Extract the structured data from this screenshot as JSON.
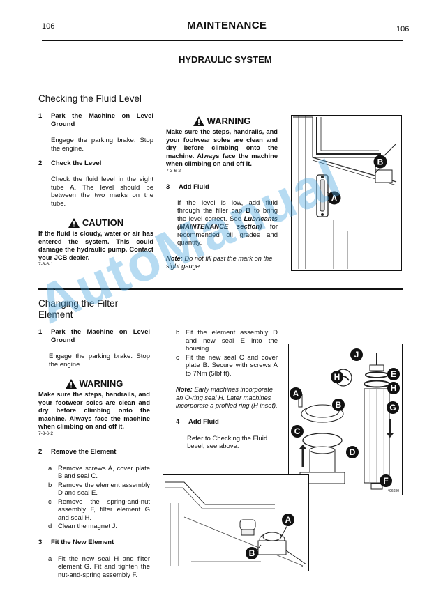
{
  "header": {
    "page_left": "106",
    "title": "MAINTENANCE",
    "page_right": "106",
    "section": "HYDRAULIC SYSTEM"
  },
  "checking": {
    "heading": "Checking the Fluid Level",
    "step1_num": "1",
    "step1_title": "Park the Machine on Level Ground",
    "step1_text": "Engage the parking brake. Stop the engine.",
    "step2_num": "2",
    "step2_title": "Check the Level",
    "step2_text": "Check the fluid level in the sight tube A. The level should be between the two marks on the tube.",
    "caution_title": "CAUTION",
    "caution_text": "If the fluid is cloudy, water or air has entered the system. This could damage the hydraulic pump. Contact your JCB dealer.",
    "caution_ref": "7-3-6-1",
    "warning_title": "WARNING",
    "warning_text": "Make sure the steps, handrails, and your footwear soles are clean and dry before climbing onto the machine. Always face the machine when climbing on and off it.",
    "warning_ref": "7-3-6-2",
    "step3_num": "3",
    "step3_title": "Add Fluid",
    "step3_text_a": "If the level is low, add fluid through the filler cap",
    "step3_text_b": "B",
    "step3_text_c": "to bring the level correct. See",
    "step3_text_d": "Lubricants (MAINTENANCE section)",
    "step3_text_e": "for recommended oil grades and quantity.",
    "note_label": "Note:",
    "note_text": "Do not fill past the mark on the sight gauge.",
    "fig_label_a": "A",
    "fig_label_b": "B"
  },
  "changing": {
    "heading_line1": "Changing the Filter",
    "heading_line2": "Element",
    "step1_num": "1",
    "step1_title": "Park the Machine on Level Ground",
    "step1_text": "Engage the parking brake. Stop the engine.",
    "warning_title": "WARNING",
    "warning_text": "Make sure the steps, handrails, and your footwear soles are clean and dry before climbing onto the machine. Always face the machine when climbing on and off it.",
    "warning_ref": "7-3-6-2",
    "step2_num": "2",
    "step2_title": "Remove the Element",
    "remove_items": [
      {
        "l": "a",
        "t": "Remove screws A, cover plate B and seal C."
      },
      {
        "l": "b",
        "t": "Remove the element assembly D and seal E."
      },
      {
        "l": "c",
        "t": "Remove the spring-and-nut assembly F, filter element G and seal H."
      },
      {
        "l": "d",
        "t": "Clean the magnet J."
      }
    ],
    "step3_num": "3",
    "step3_title": "Fit the New Element",
    "fit_items": [
      {
        "l": "a",
        "t": "Fit the new seal H and filter element G. Fit and tighten the nut-and-spring assembly F."
      },
      {
        "l": "b",
        "t": "Fit the element assembly D and new seal E into the housing."
      },
      {
        "l": "c",
        "t": "Fit the new seal C and cover plate B. Secure with screws A to 7Nm (5lbf ft)."
      }
    ],
    "note_label": "Note:",
    "note_text": "Early machines incorporate an O-ring seal H. Later machines incorporate a profiled ring (H inset).",
    "step4_num": "4",
    "step4_title": "Add Fluid",
    "step4_text": "Refer to Checking the Fluid Level, see above.",
    "fig2_labels": [
      "J",
      "H",
      "E",
      "H",
      "A",
      "B",
      "G",
      "C",
      "D",
      "F"
    ],
    "fig2_code": "496030",
    "fig3_labels": [
      "A",
      "B"
    ]
  },
  "watermark": "AutoManual",
  "colors": {
    "label_fill": "#111111",
    "watermark": "#50aae1"
  }
}
